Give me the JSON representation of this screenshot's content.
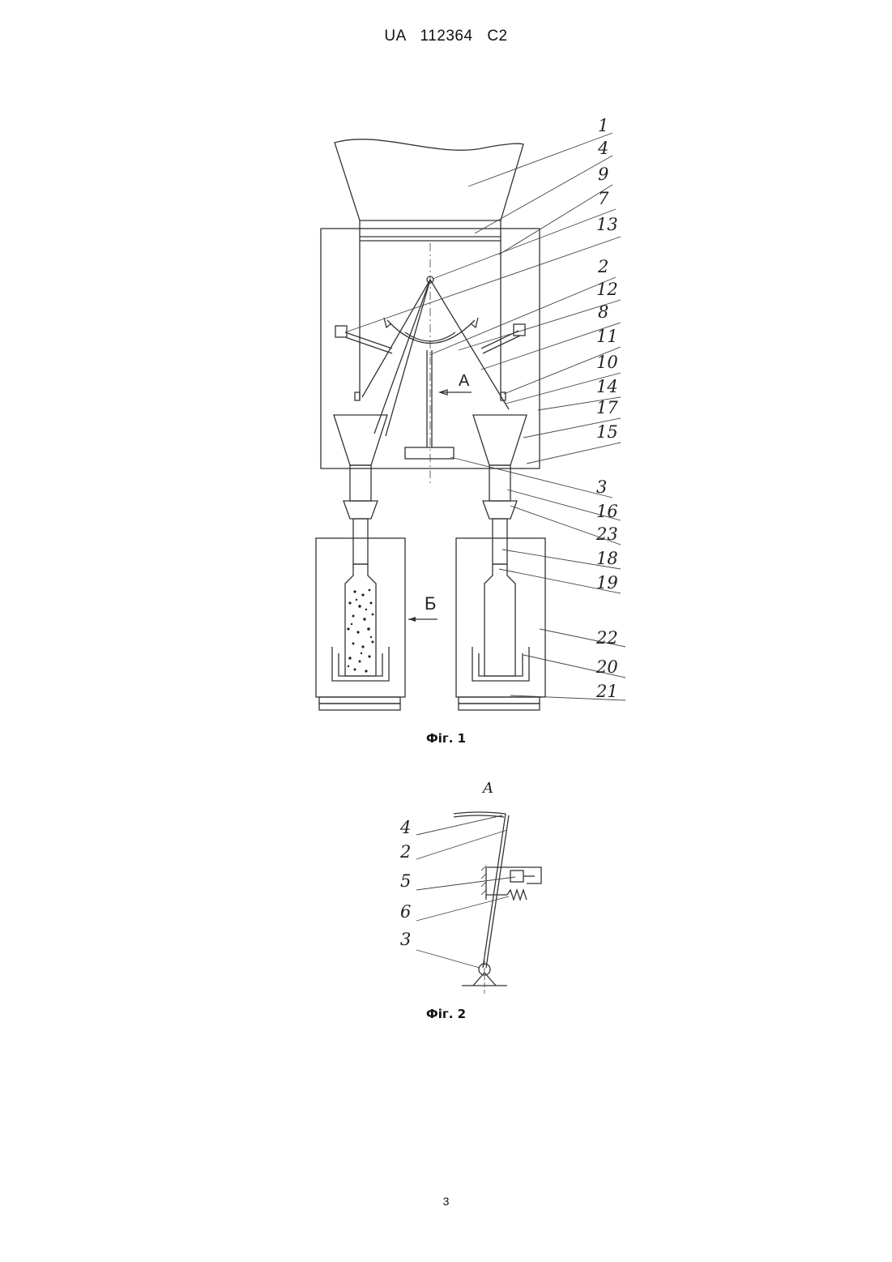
{
  "header": {
    "country": "UA",
    "number": "112364",
    "kind": "C2"
  },
  "figure1": {
    "caption": "Фіг. 1",
    "view_label_a": "A",
    "view_label_b": "Б",
    "callouts": [
      "1",
      "4",
      "9",
      "7",
      "13",
      "2",
      "12",
      "8",
      "11",
      "10",
      "14",
      "17",
      "15",
      "3",
      "16",
      "23",
      "18",
      "19",
      "22",
      "20",
      "21"
    ]
  },
  "figure2": {
    "caption": "Фіг. 2",
    "view_title": "A",
    "callouts": [
      "4",
      "2",
      "5",
      "6",
      "3"
    ]
  },
  "page_number": "3"
}
